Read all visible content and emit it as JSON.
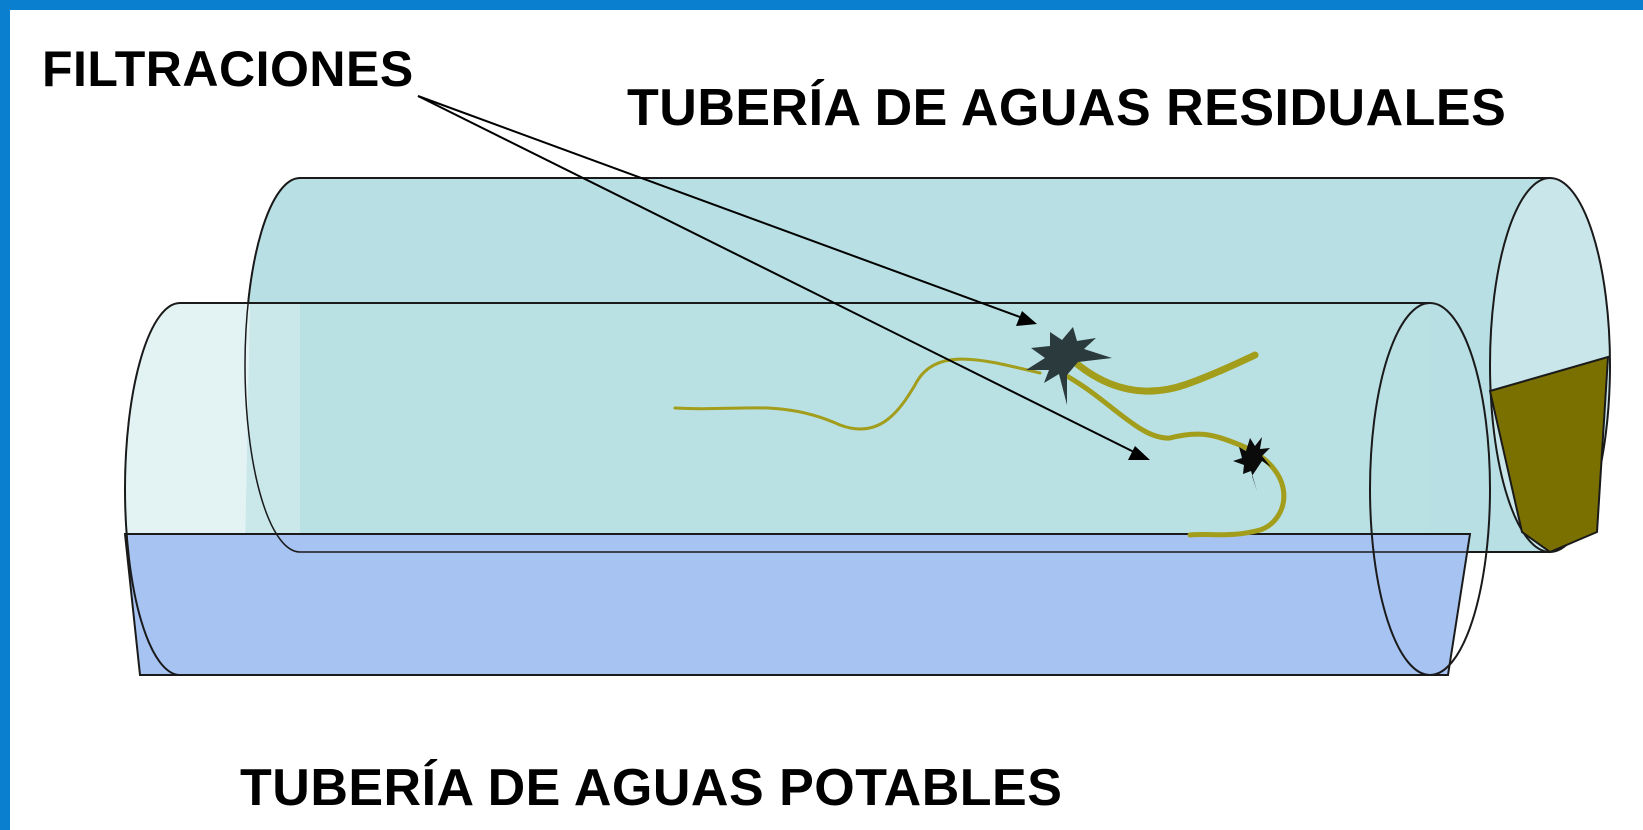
{
  "labels": {
    "leaks": "FILTRACIONES",
    "sewage_pipe": "TUBERÍA DE AGUAS RESIDUALES",
    "drinking_pipe": "TUBERÍA DE AGUAS POTABLES"
  },
  "colors": {
    "border": "#0a7fcf",
    "sewage_pipe_fill": "#b8dfe3",
    "sewage_pipe_end": "#c9e6ea",
    "drinking_pipe_fill": "#b9e0e3",
    "drinking_pipe_light": "#e3f3f4",
    "water_fill": "#a6c3f2",
    "sewage_fill": "#7a7000",
    "crack_stroke": "#a29d1a",
    "leak_burst": "#2b3a3c"
  }
}
